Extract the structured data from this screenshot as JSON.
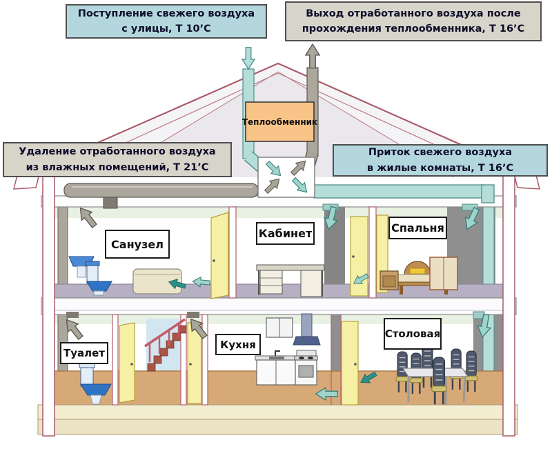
{
  "notes": {
    "fresh_intake": {
      "line1": "Поступление свежего воздуха",
      "line2": "с улицы, Т 10’С"
    },
    "exhaust_outlet": {
      "line1": "Выход отработанного воздуха после",
      "line2": "прохождения теплообменника, Т 16’С"
    },
    "extract_air": {
      "line1": "Удаление отработанного воздуха",
      "line2": "из влажных помещений, Т 21’С"
    },
    "supply_air": {
      "line1": "Приток свежего воздуха",
      "line2": "в жилые комнаты, Т 16’С"
    }
  },
  "equipment": {
    "heat_exchanger_label": "Теплообменник"
  },
  "rooms": {
    "sanuzel": "Санузел",
    "kabinet": "Кабинет",
    "spalnya": "Спальня",
    "tualet": "Туалет",
    "kuhnya": "Кухня",
    "stolovaya": "Столовая"
  },
  "colors": {
    "supply_duct": "#b5ded9",
    "exhaust_duct": "#aba79c",
    "heat_exchanger": "#f9c487",
    "note_cool_bg": "#b4d7de",
    "note_warm_bg": "#d7d4ca",
    "house_outline": "#a85a68",
    "door": "#f5f0a4",
    "floor_ground": "#d7a977",
    "floor_upper": "#b6b0c2"
  }
}
